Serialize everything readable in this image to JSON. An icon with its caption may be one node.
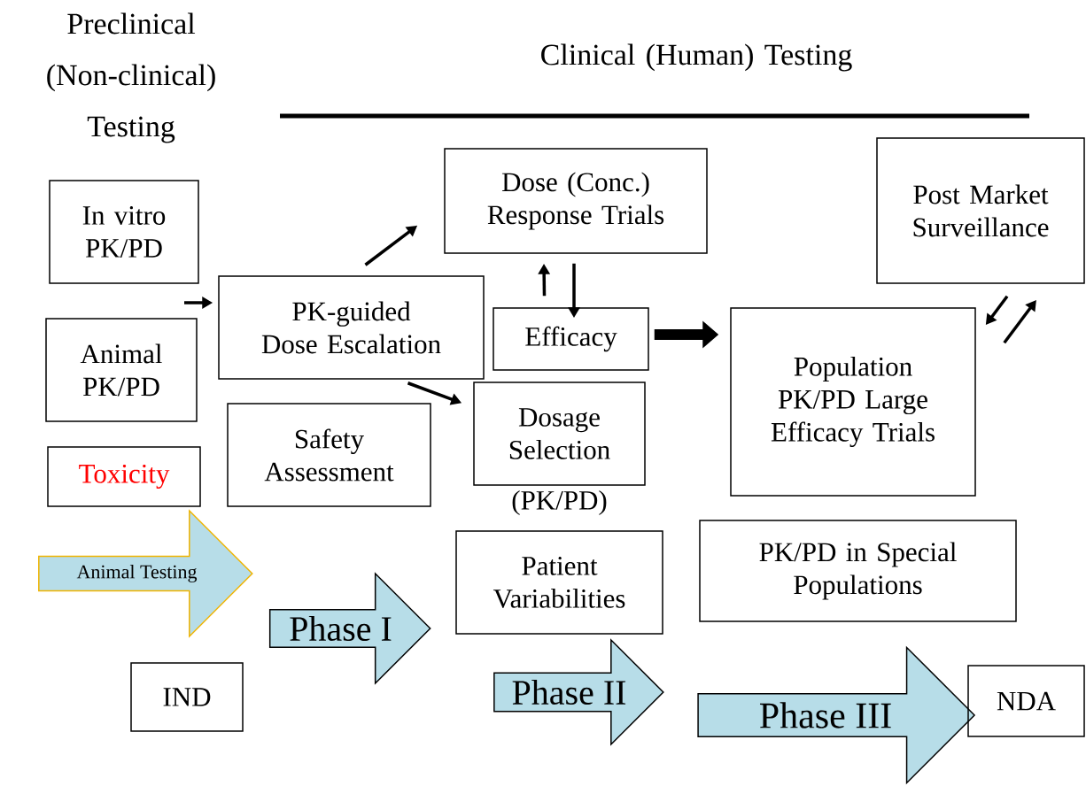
{
  "diagram": {
    "nodes": [
      {
        "text": [
          "In vitro PK/PD"
        ]
      },
      {
        "text": [
          "Animal PK/PD"
        ]
      },
      {
        "text": [
          "Toxicity"
        ]
      },
      {
        "text": [
          "Animal Testing"
        ]
      },
      {
        "text": [
          "PK-guided Dose Escalation"
        ]
      },
      {
        "text": [
          "Safety Assessment"
        ]
      },
      {
        "text": [
          "Phase I"
        ]
      },
      {
        "text": [
          "IND"
        ]
      },
      {
        "text": [
          "Dose (Conc.) Response Trials"
        ]
      },
      {
        "text": [
          "Efficacy"
        ]
      },
      {
        "text": [
          "Dosage Selection"
        ],
        "beside": [
          "(PK/PD)"
        ]
      },
      {
        "text": [
          "Patient Variabilities"
        ]
      },
      {
        "text": [
          "Phase II"
        ]
      },
      {
        "text": [
          "Population PK/PD Large Efficacy Trials"
        ]
      },
      {
        "text": [
          "PK/PD in Special Populations"
        ]
      },
      {
        "text": [
          "Phase III"
        ]
      },
      {
        "text": [
          "Post Market Surveillance"
        ]
      },
      {
        "text": [
          "NDA"
        ]
      }
    ],
    "edges": [
      {
        "from": null,
        "to": 4,
        "arrow": "to"
      },
      {
        "from": 4,
        "to": 8,
        "arrow": "to"
      },
      {
        "from": 4,
        "to": 10,
        "arrow": "to"
      },
      {
        "from": 9,
        "to": 8,
        "arrow": "to"
      },
      {
        "from": 8,
        "to": 9,
        "arrow": "to"
      },
      {
        "from": 9,
        "to": 13,
        "arrow": "to",
        "style": "thick"
      },
      {
        "from": 16,
        "to": 13,
        "arrow": "to"
      },
      {
        "from": 13,
        "to": 16,
        "arrow": "to"
      }
    ],
    "labels": [
      "Preclinical (Non-clinical) Testing",
      "Clinical (Human) Testing"
    ]
  }
}
